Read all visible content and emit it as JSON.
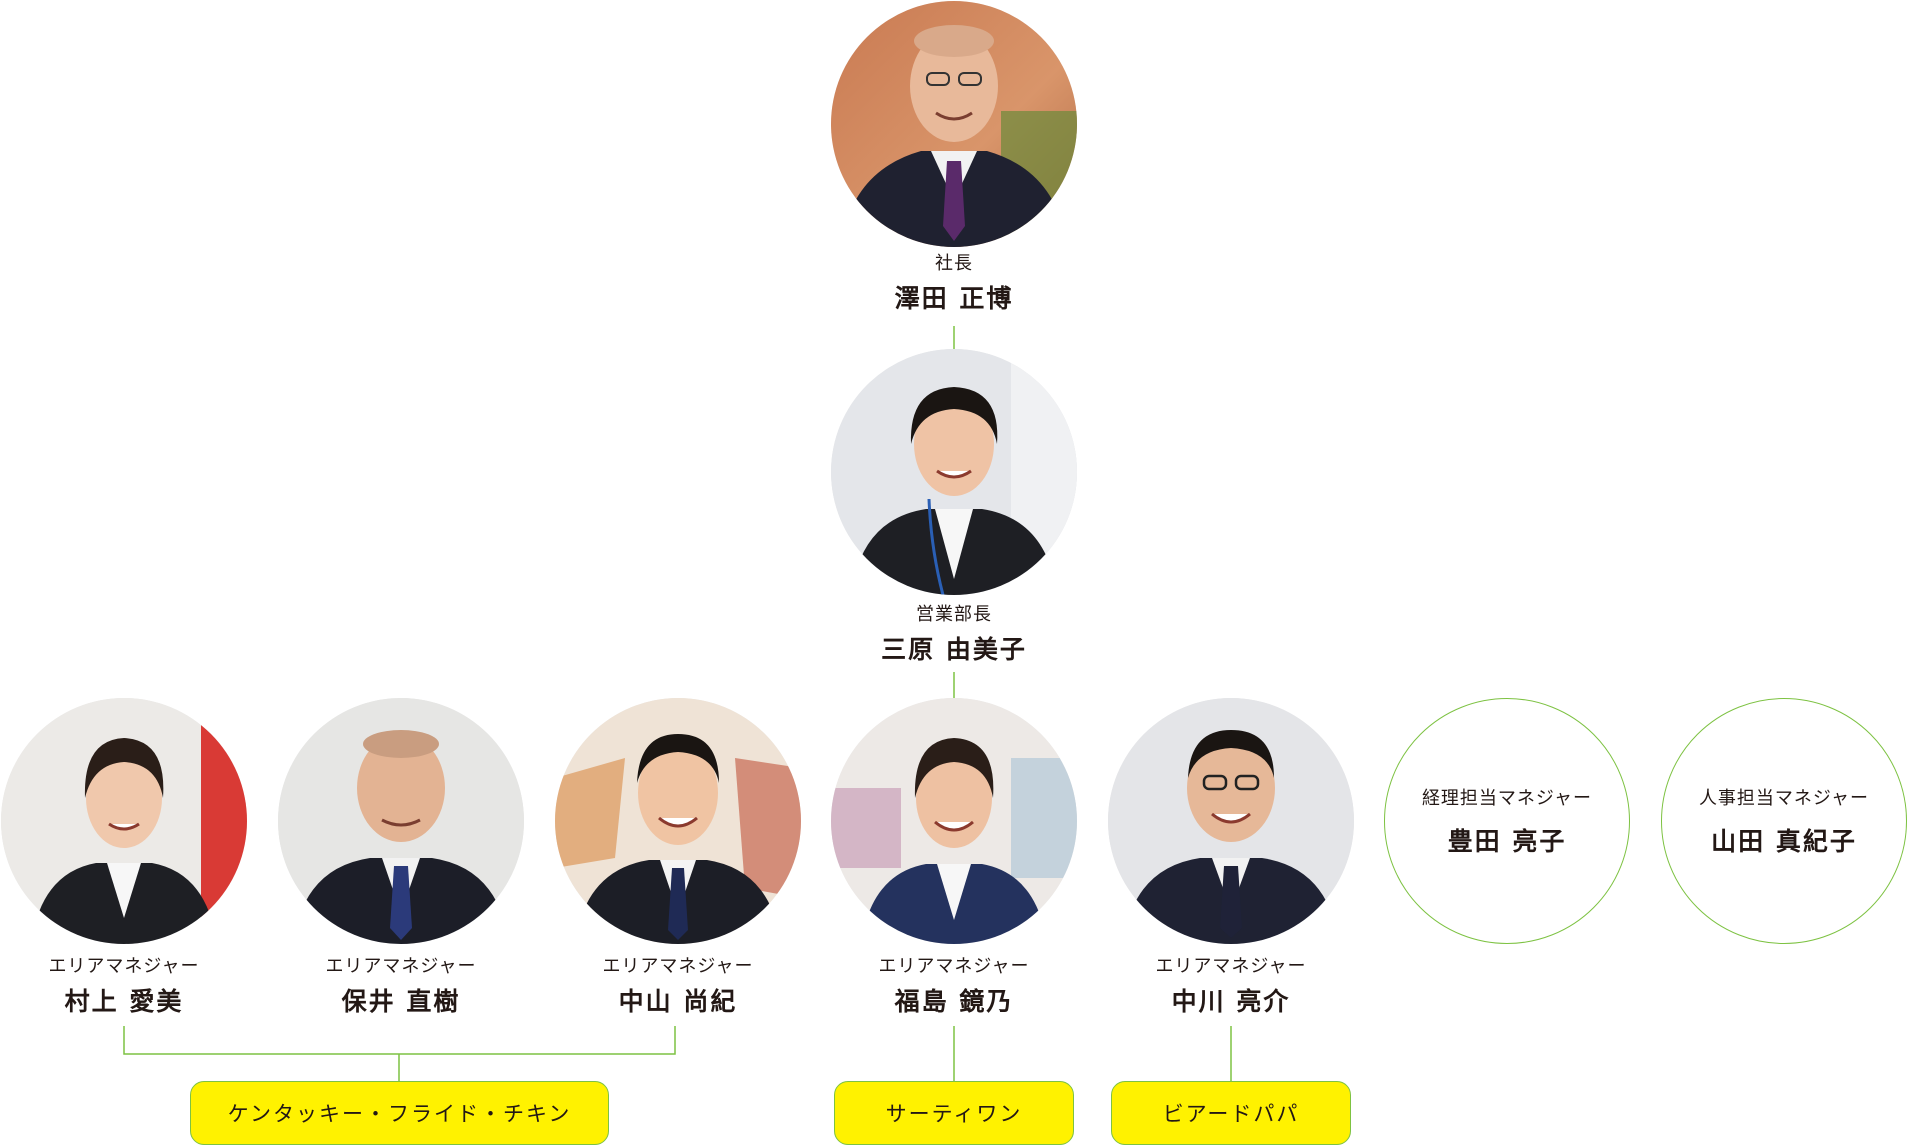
{
  "top": {
    "president": {
      "role": "社長",
      "name": "澤田 正博"
    },
    "sales_head": {
      "role": "営業部長",
      "name": "三原 由美子"
    }
  },
  "managers": [
    {
      "role": "エリアマネジャー",
      "name": "村上 愛美"
    },
    {
      "role": "エリアマネジャー",
      "name": "保井 直樹"
    },
    {
      "role": "エリアマネジャー",
      "name": "中山 尚紀"
    },
    {
      "role": "エリアマネジャー",
      "name": "福島 鏡乃"
    },
    {
      "role": "エリアマネジャー",
      "name": "中川 亮介"
    }
  ],
  "staff": [
    {
      "role": "経理担当マネジャー",
      "name": "豊田 亮子"
    },
    {
      "role": "人事担当マネジャー",
      "name": "山田 真紀子"
    }
  ],
  "brands": [
    {
      "label": "ケンタッキー・フライド・チキン"
    },
    {
      "label": "サーティワン"
    },
    {
      "label": "ビアードパパ"
    }
  ],
  "colors": {
    "line": "#7dc242",
    "tag_fill": "#fff200",
    "text": "#231815"
  }
}
